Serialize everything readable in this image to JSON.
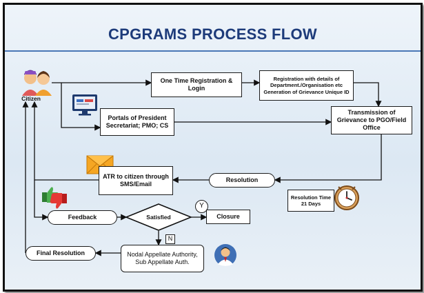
{
  "title": "CPGRAMS PROCESS FLOW",
  "nodes": {
    "citizen": "Citizen",
    "registration": "One Time Registration & Login",
    "details": "Registration with details of Department./Organisation etc Generation of Grievance Unique ID",
    "portals": "Portals of President Secretariat; PMO; CS",
    "transmission": "Transmission of Grievance to PGO/Field Office",
    "resolution": "Resolution",
    "atr": "ATR to citizen through SMS/Email",
    "resolution_time": "Resolution Time 21 Days",
    "feedback": "Feedback",
    "satisfied": "Satisfied",
    "yes": "Y",
    "no": "N",
    "closure": "Closure",
    "appellate": "Nodal Appellate Authority, Sub Appellate Auth.",
    "final_resolution": "Final Resolution"
  },
  "icons": {
    "citizen": "people-icon",
    "computer": "computer-monitor-icon",
    "mail": "envelope-icon",
    "feedback": "thumbs-up-down-icon",
    "clock": "clock-icon",
    "officer": "officer-avatar-icon"
  }
}
